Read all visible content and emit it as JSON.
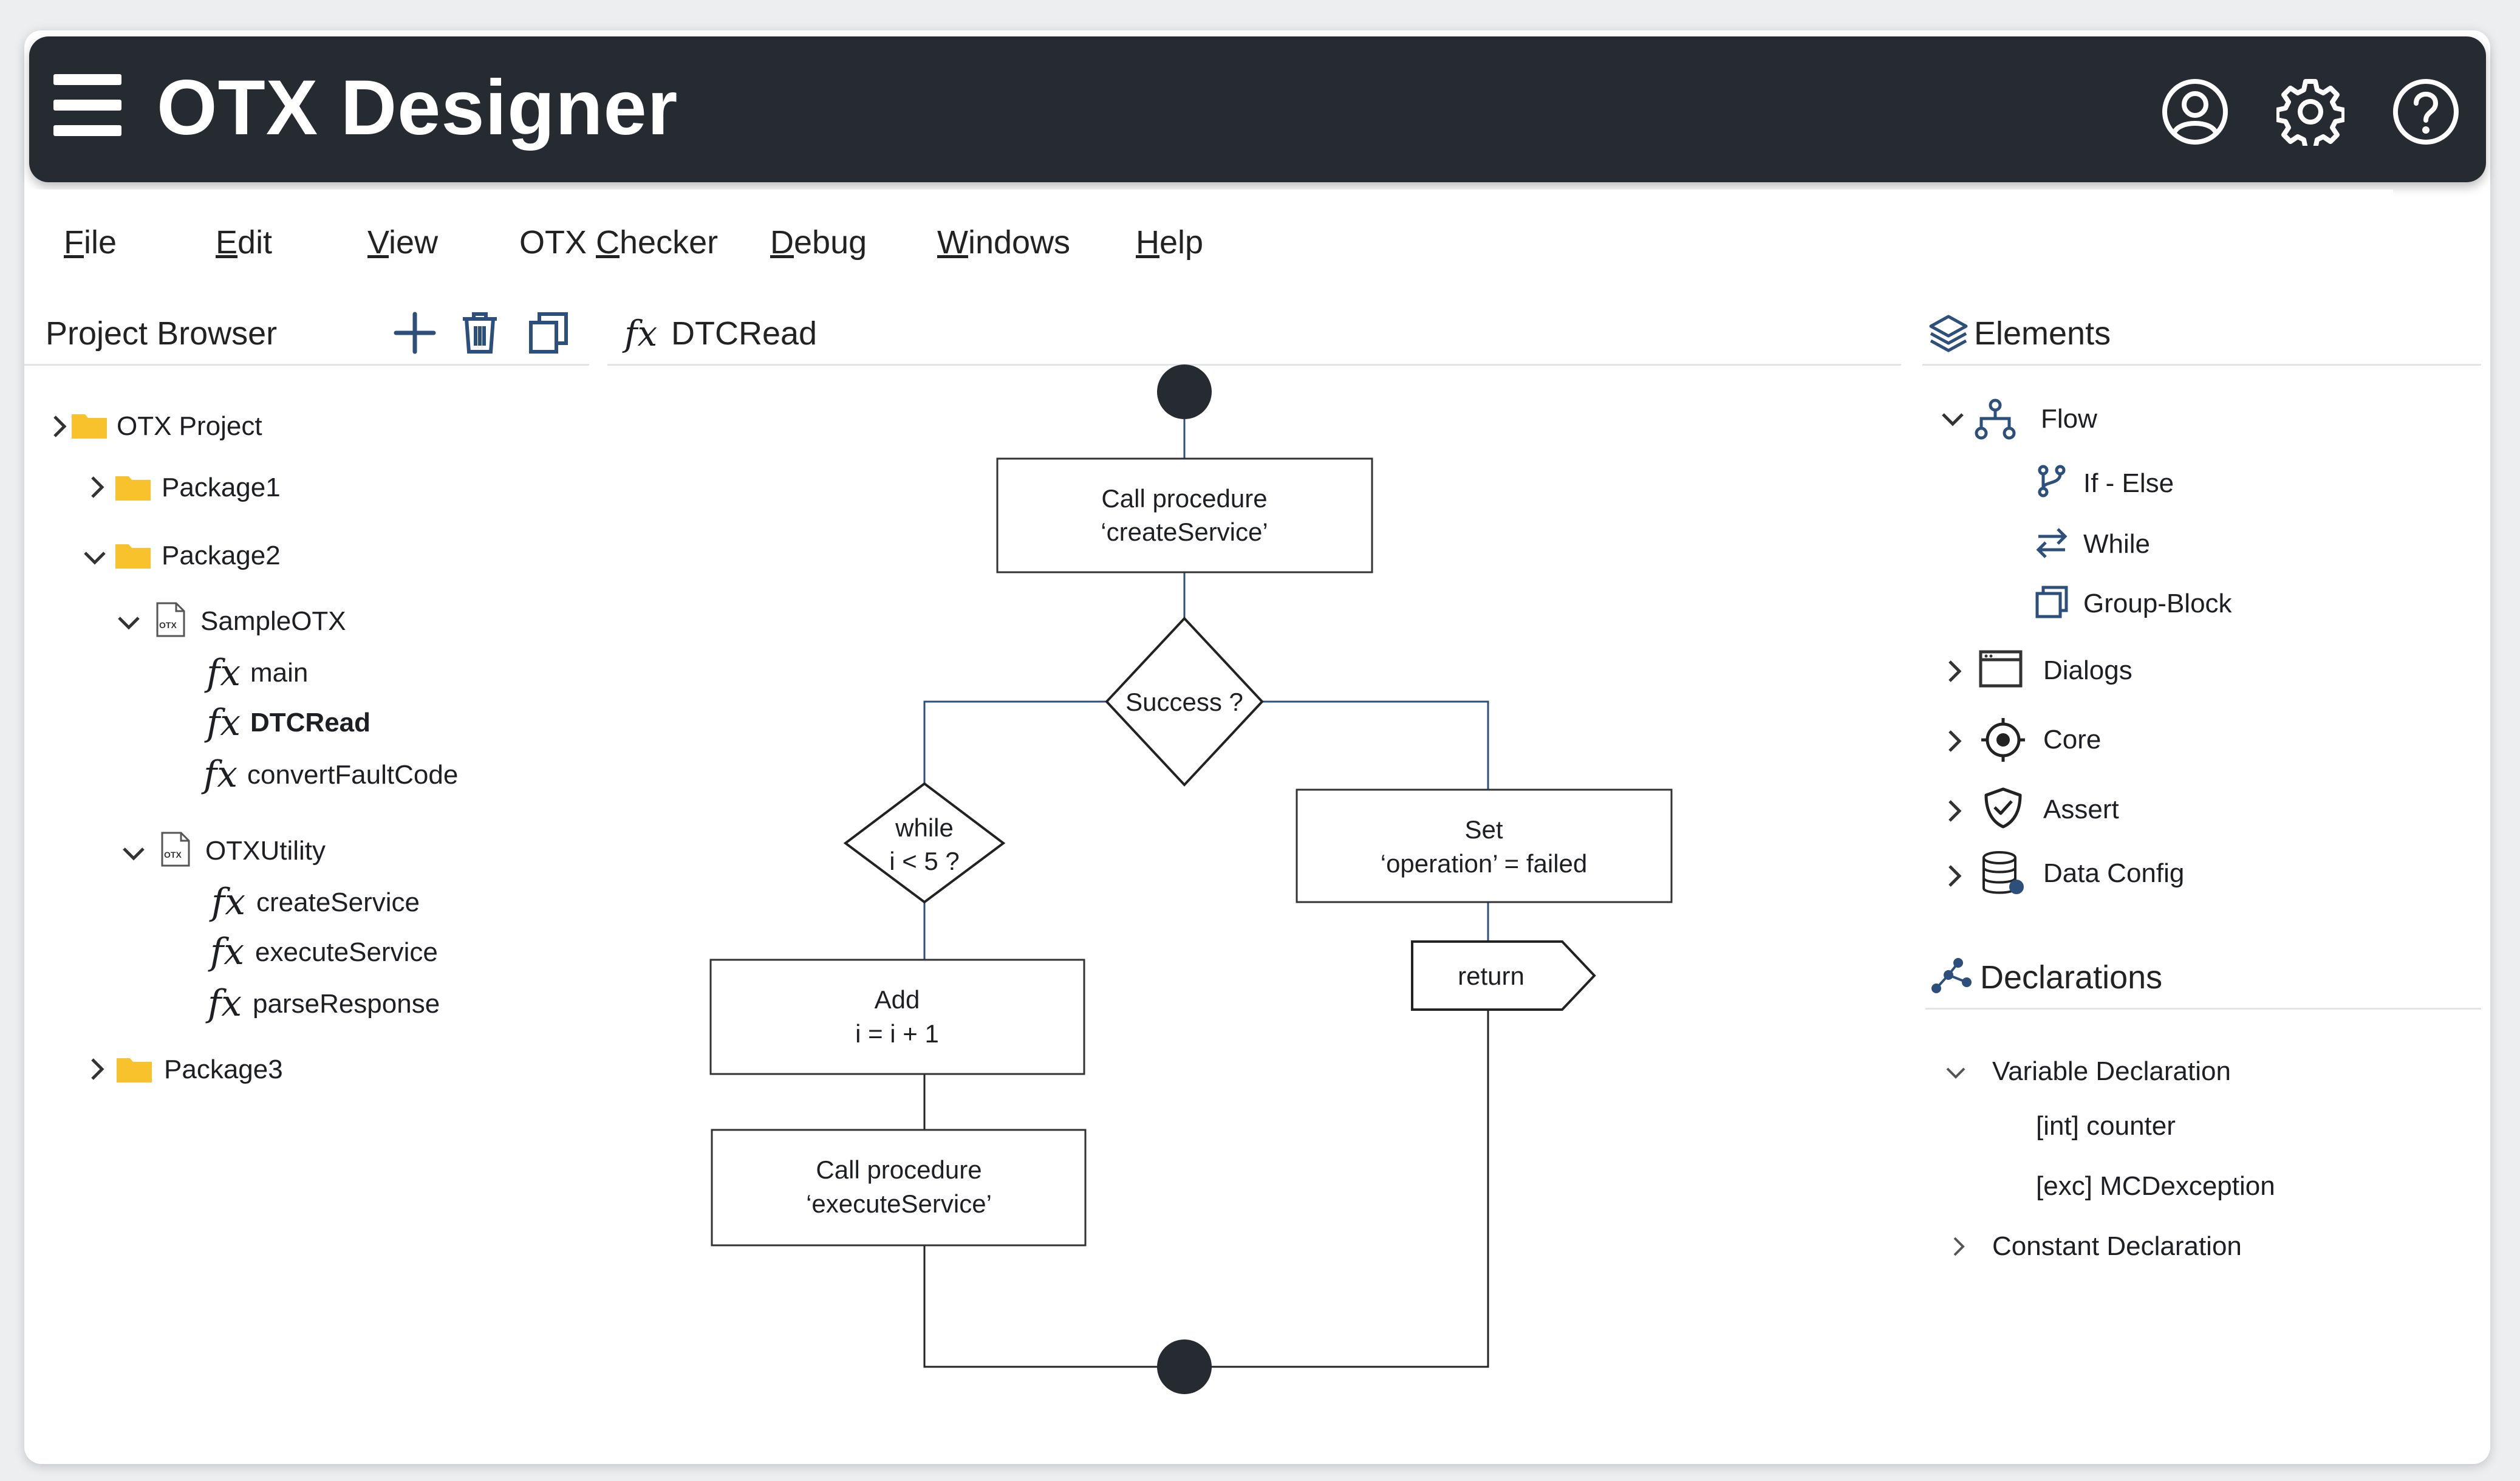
{
  "app": {
    "title": "OTX Designer"
  },
  "header_icons": [
    "user-circle-icon",
    "gear-icon",
    "help-circle-icon"
  ],
  "menu": [
    {
      "label": "File",
      "key_letter": "F"
    },
    {
      "label": "Edit",
      "key_letter": "E"
    },
    {
      "label": "View",
      "key_letter": "V"
    },
    {
      "label": "OTX Checker",
      "key_letter": "C"
    },
    {
      "label": "Debug",
      "key_letter": "D"
    },
    {
      "label": "Windows",
      "key_letter": "W"
    },
    {
      "label": "Help",
      "key_letter": "H"
    }
  ],
  "project_browser": {
    "title": "Project Browser",
    "actions": [
      "plus-icon",
      "trash-icon",
      "copy-icon"
    ],
    "tree": [
      {
        "label": "OTX Project",
        "type": "folder",
        "expanded": false
      },
      {
        "label": "Package1",
        "type": "folder",
        "expanded": false
      },
      {
        "label": "Package2",
        "type": "folder",
        "expanded": true
      },
      {
        "label": "SampleOTX",
        "type": "otx-file",
        "expanded": true
      },
      {
        "label": "main",
        "type": "procedure"
      },
      {
        "label": "DTCRead",
        "type": "procedure",
        "selected": true
      },
      {
        "label": "convertFaultCode",
        "type": "procedure"
      },
      {
        "label": "OTXUtility",
        "type": "otx-file",
        "expanded": true
      },
      {
        "label": "createService",
        "type": "procedure"
      },
      {
        "label": "executeService",
        "type": "procedure"
      },
      {
        "label": "parseResponse",
        "type": "procedure"
      },
      {
        "label": "Package3",
        "type": "folder",
        "expanded": false
      }
    ],
    "otx_badge": "OTX"
  },
  "editor": {
    "fx_symbol": "fx",
    "tab_title": "DTCRead",
    "flow": {
      "call_create": [
        "Call procedure",
        "‘createService’"
      ],
      "decision_success": "Success ?",
      "while_cond": [
        "while",
        "i < 5 ?"
      ],
      "set_failed": [
        "Set",
        "‘operation’ = failed"
      ],
      "add": [
        "Add",
        "i = i + 1"
      ],
      "return": "return",
      "call_execute": [
        "Call procedure",
        "‘executeService’"
      ]
    }
  },
  "elements": {
    "title": "Elements",
    "items": [
      {
        "label": "Flow",
        "icon": "flow-icon",
        "expanded": true,
        "level": 0
      },
      {
        "label": "If - Else",
        "icon": "branch-icon",
        "level": 1
      },
      {
        "label": "While",
        "icon": "loop-arrows-icon",
        "level": 1
      },
      {
        "label": "Group-Block",
        "icon": "group-block-icon",
        "level": 1
      },
      {
        "label": "Dialogs",
        "icon": "dialog-window-icon",
        "expanded": false,
        "level": 0
      },
      {
        "label": "Core",
        "icon": "target-icon",
        "expanded": false,
        "level": 0
      },
      {
        "label": "Assert",
        "icon": "shield-check-icon",
        "expanded": false,
        "level": 0
      },
      {
        "label": "Data Config",
        "icon": "database-icon",
        "expanded": false,
        "level": 0
      }
    ]
  },
  "declarations": {
    "title": "Declarations",
    "items": [
      {
        "label": "Variable Declaration",
        "expanded": true,
        "level": 0
      },
      {
        "label": "[int] counter",
        "level": 1
      },
      {
        "label": "[exc] MCDexception",
        "level": 1
      },
      {
        "label": "Constant Declaration",
        "expanded": false,
        "level": 0
      }
    ]
  },
  "colors": {
    "titlebar_bg": "#262a31",
    "folder": "#f7c22b",
    "connector_blue": "#2d4f7c",
    "text": "#1d1f22"
  }
}
